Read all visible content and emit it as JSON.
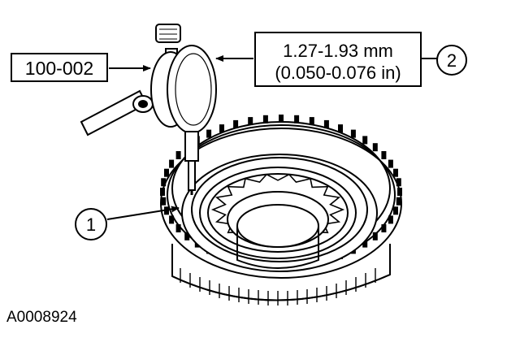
{
  "tool_label": "100-002",
  "spec": {
    "metric": "1.27-1.93 mm",
    "imperial": "(0.050-0.076 in)"
  },
  "callouts": [
    {
      "number": "1"
    },
    {
      "number": "2"
    }
  ],
  "figure_id": "A0008924"
}
